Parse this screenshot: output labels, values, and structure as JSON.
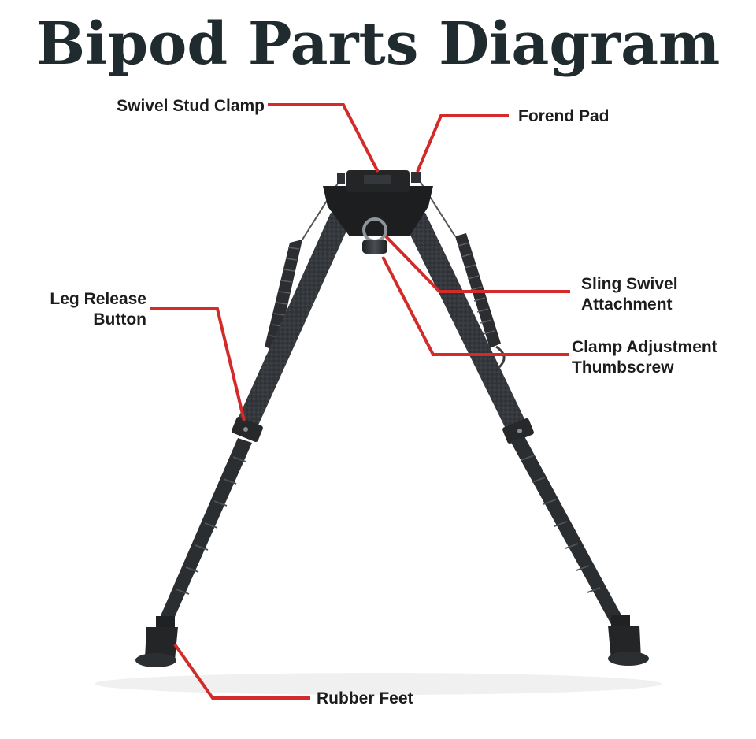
{
  "title": "Bipod Parts Diagram",
  "labels": {
    "swivel_stud_clamp": "Swivel Stud Clamp",
    "forend_pad": "Forend Pad",
    "sling_swivel_line1": "Sling Swivel",
    "sling_swivel_line2": "Attachment",
    "leg_release_line1": "Leg Release",
    "leg_release_line2": "Button",
    "clamp_adjust_line1": "Clamp Adjustment",
    "clamp_adjust_line2": "Thumbscrew",
    "rubber_feet": "Rubber Feet"
  },
  "colors": {
    "leader_line": "#d32a2a",
    "title": "#1f2b2e",
    "bipod_body": "#2a2d30",
    "bipod_dark": "#1a1c1e"
  }
}
